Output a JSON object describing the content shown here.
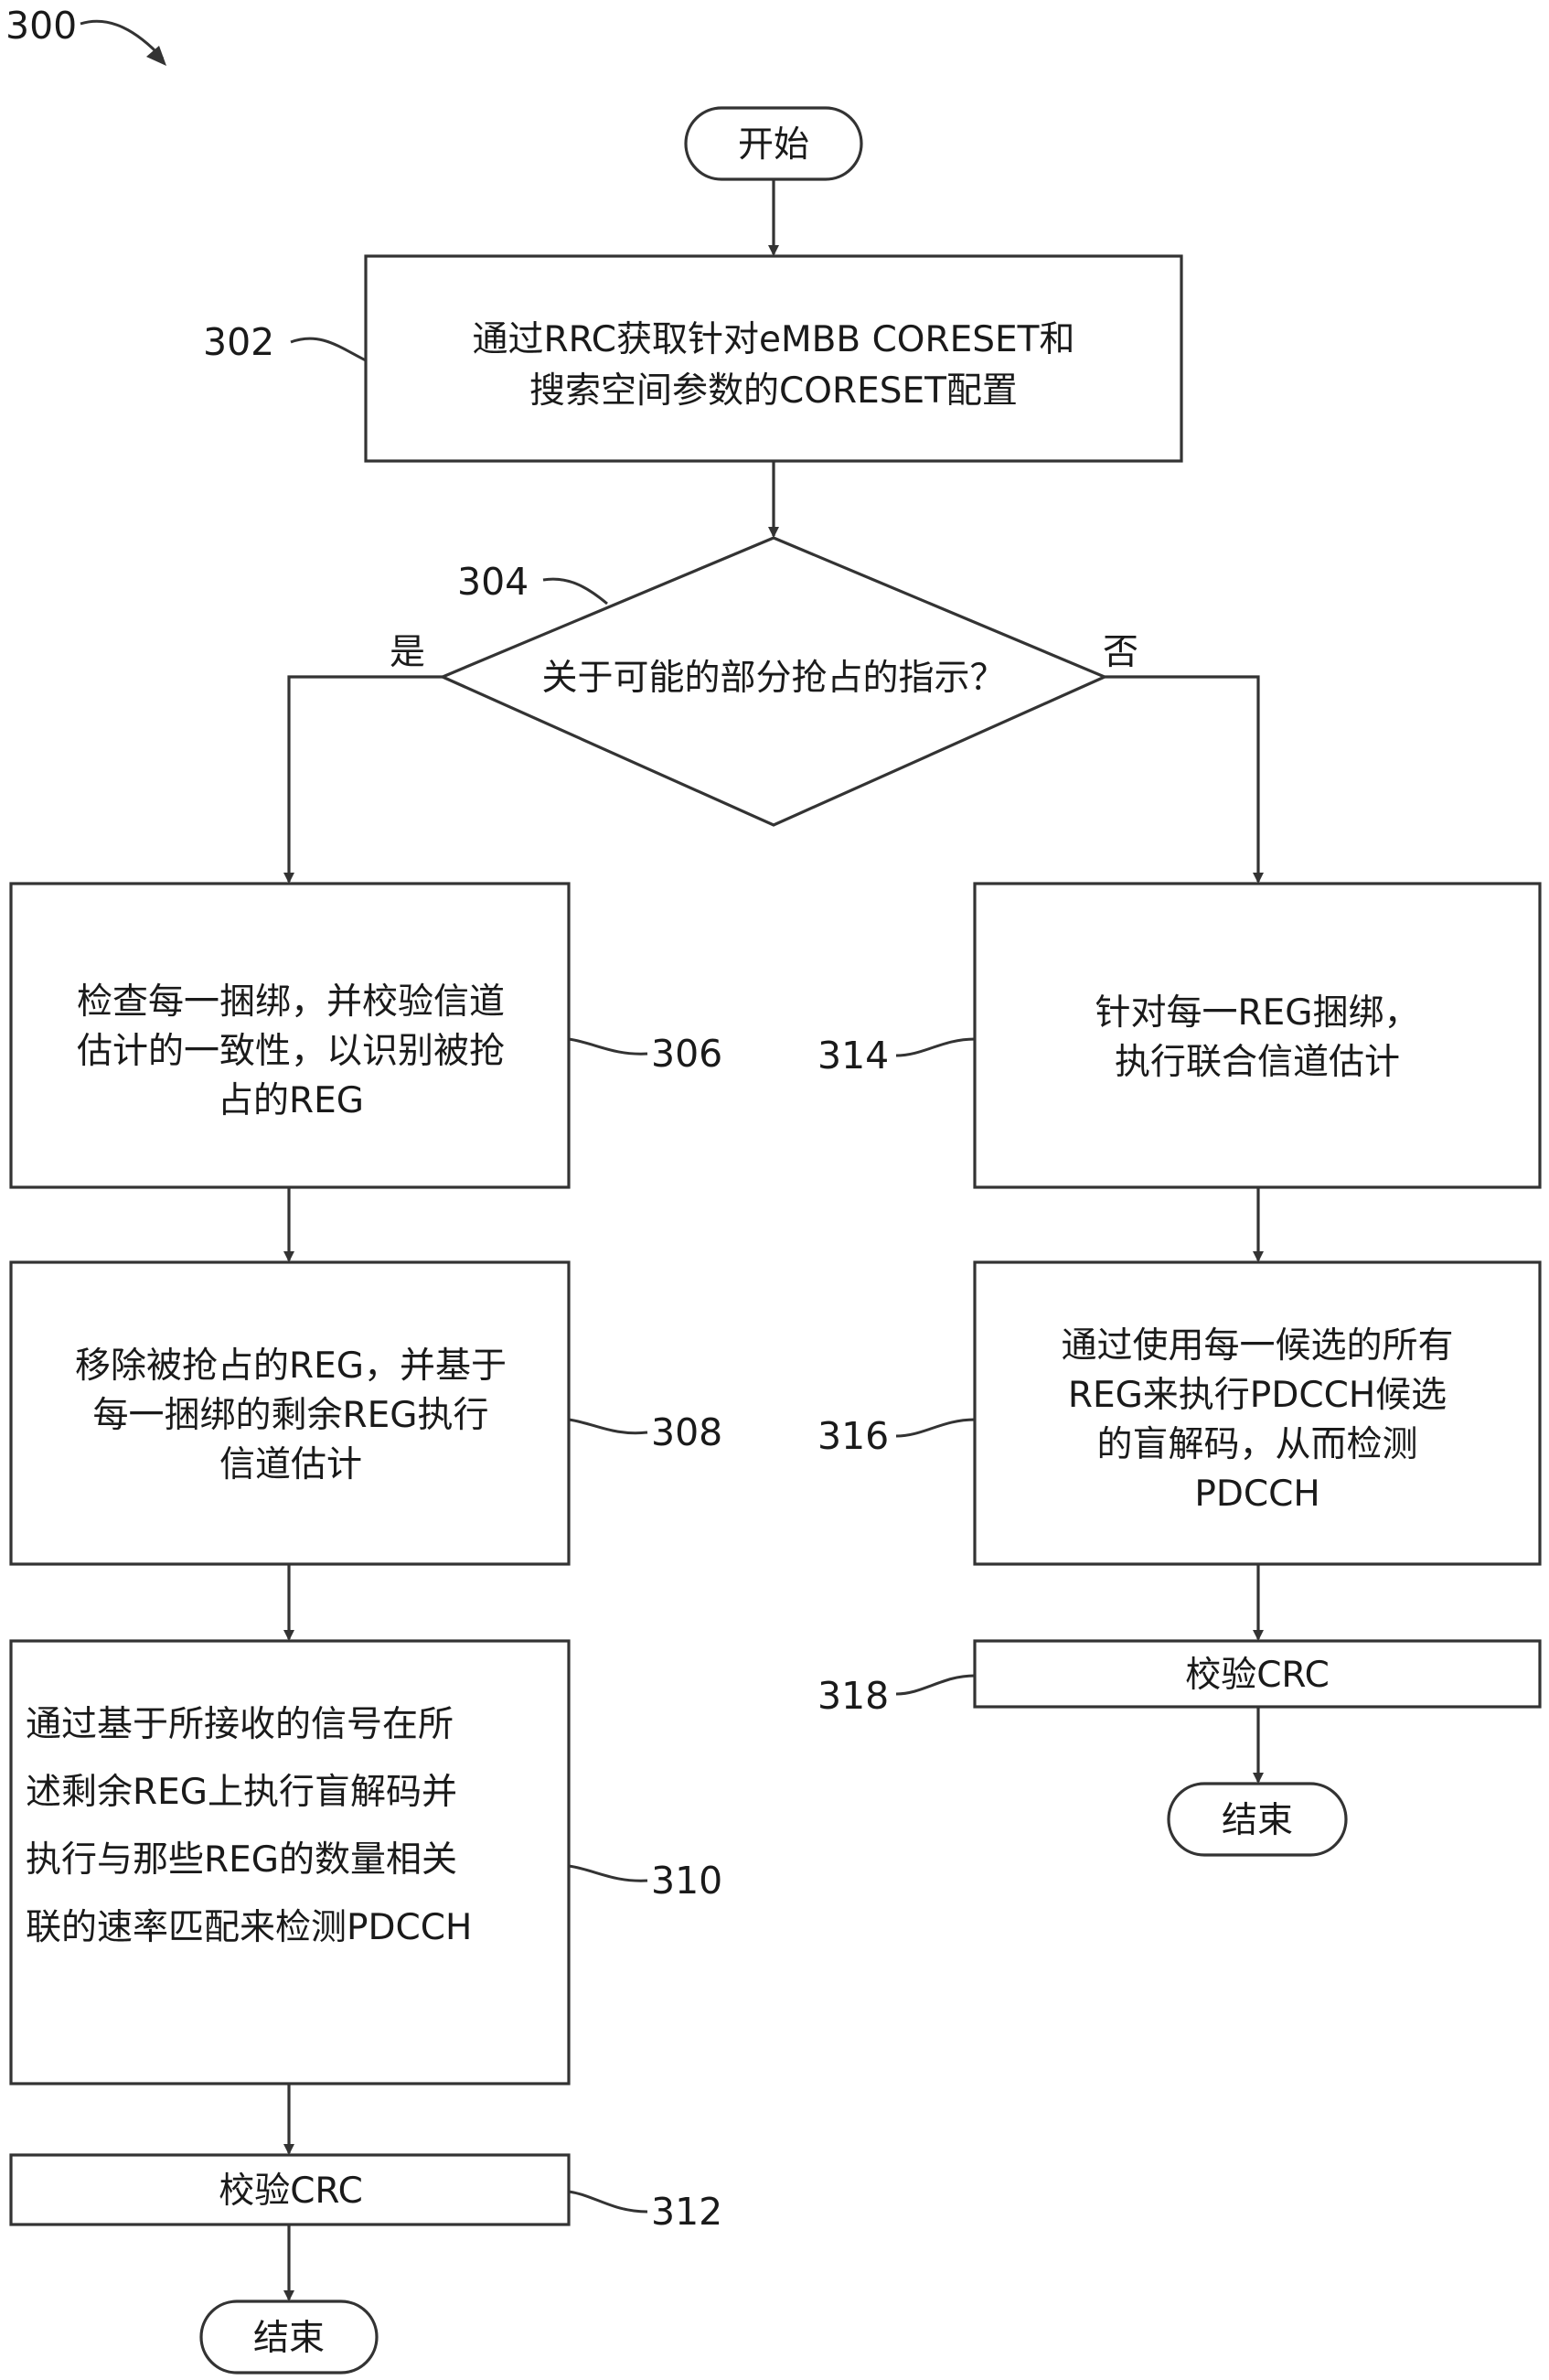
{
  "figure_number": "300",
  "nodes": {
    "start": {
      "text": "开始"
    },
    "n302": {
      "ref": "302",
      "lines": [
        "通过RRC获取针对eMBB CORESET和",
        "搜索空间参数的CORESET配置"
      ]
    },
    "n304": {
      "ref": "304",
      "lines": [
        "关于可能的部分抢占的指示？"
      ],
      "yes": "是",
      "no": "否"
    },
    "n306": {
      "ref": "306",
      "lines": [
        "检查每一捆绑，并校验信道",
        "估计的一致性，以识别被抢",
        "占的REG"
      ]
    },
    "n308": {
      "ref": "308",
      "lines": [
        "移除被抢占的REG，并基于",
        "每一捆绑的剩余REG执行",
        "信道估计"
      ]
    },
    "n310": {
      "ref": "310",
      "lines": [
        "通过基于所接收的信号在所",
        "述剩余REG上执行盲解码并",
        "执行与那些REG的数量相关",
        "联的速率匹配来检测PDCCH"
      ]
    },
    "n312": {
      "ref": "312",
      "lines": [
        "校验CRC"
      ]
    },
    "end_left": {
      "text": "结束"
    },
    "n314": {
      "ref": "314",
      "lines": [
        "针对每一REG捆绑，",
        "执行联合信道估计"
      ]
    },
    "n316": {
      "ref": "316",
      "lines": [
        "通过使用每一候选的所有",
        "REG来执行PDCCH候选",
        "的盲解码，从而检测",
        "PDCCH"
      ]
    },
    "n318": {
      "ref": "318",
      "lines": [
        "校验CRC"
      ]
    },
    "end_right": {
      "text": "结束"
    }
  }
}
